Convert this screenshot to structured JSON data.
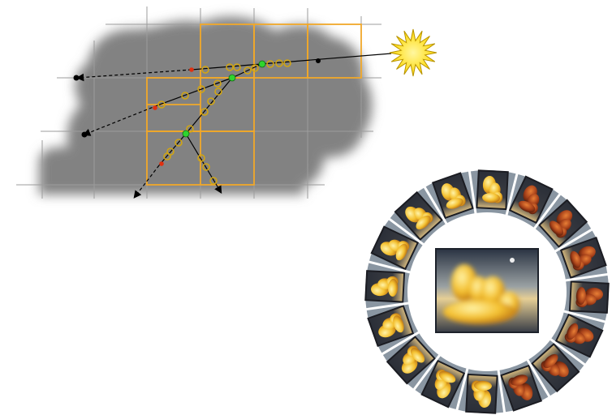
{
  "figure": {
    "top_panel": {
      "elements": [
        "cloud-silhouette",
        "octree-grid",
        "sun-icon",
        "light-rays",
        "sample-points"
      ],
      "colors": {
        "cloud": "#7d7d7d",
        "grid": "#999999",
        "octree": "#f1a82a",
        "sample_ring": "#d3a81a",
        "sun": "#ffe000",
        "sun_outline": "#b89300",
        "green_point": "#2ed52e",
        "red_point": "#e03010",
        "ray": "#000000"
      }
    },
    "bottom_panel": {
      "elements": [
        "view-ring",
        "center-render"
      ],
      "segment_count": 16,
      "colors": {
        "ring": "#8a96a2",
        "ring_dark": "#5f6b77",
        "separator": "#ffffff",
        "sky_top": "#2f3845",
        "sky_horizon": "#e2c98c",
        "cloud_lit": "#f6c93c",
        "cloud_shadow": "#7a3a10"
      }
    }
  }
}
